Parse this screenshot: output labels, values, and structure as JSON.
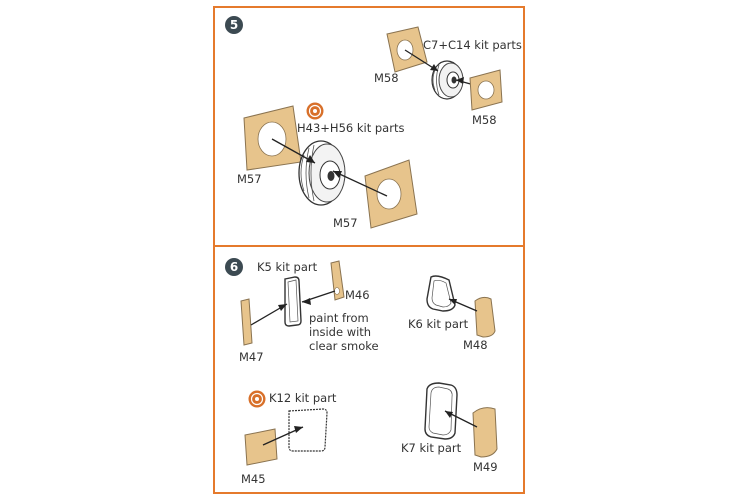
{
  "colors": {
    "border": "#e57a2c",
    "mask": "#e7c48c",
    "badge": "#3c4a52"
  },
  "step5": {
    "number": "5",
    "labels": {
      "m58_top": "M58",
      "c7_c14": "C7+C14 kit parts",
      "m58_right": "M58",
      "h43_h56": "H43+H56 kit parts",
      "m57_left": "M57",
      "m57_right": "M57"
    }
  },
  "step6": {
    "number": "6",
    "labels": {
      "k5": "K5 kit part",
      "m46": "M46",
      "m47": "M47",
      "paint_note": "paint from inside with clear smoke",
      "k6": "K6 kit part",
      "m48": "M48",
      "k12": "K12 kit part",
      "m45": "M45",
      "k7": "K7 kit part",
      "m49": "M49"
    }
  },
  "icons": [
    "mask-placement-icon",
    "mask-placement-icon"
  ]
}
